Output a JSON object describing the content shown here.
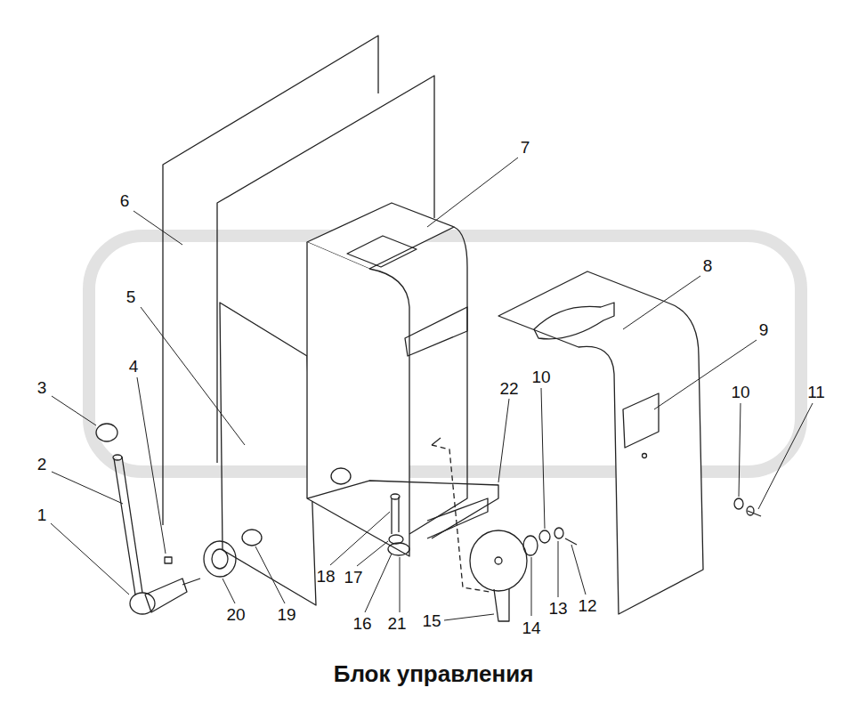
{
  "diagram": {
    "caption": "Блок управления",
    "labels": [
      "1",
      "2",
      "3",
      "4",
      "5",
      "6",
      "7",
      "8",
      "9",
      "10",
      "11",
      "10",
      "12",
      "13",
      "14",
      "15",
      "16",
      "17",
      "18",
      "19",
      "20",
      "21",
      "22"
    ]
  }
}
